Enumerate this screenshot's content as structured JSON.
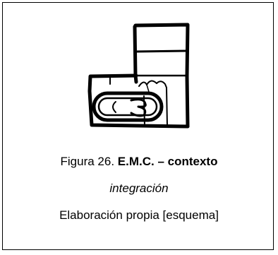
{
  "figure": {
    "label_prefix": "Figura 26. ",
    "label_title": "E.M.C. – contexto",
    "subtitle": "integración",
    "source": "Elaboración propia [esquema]"
  }
}
